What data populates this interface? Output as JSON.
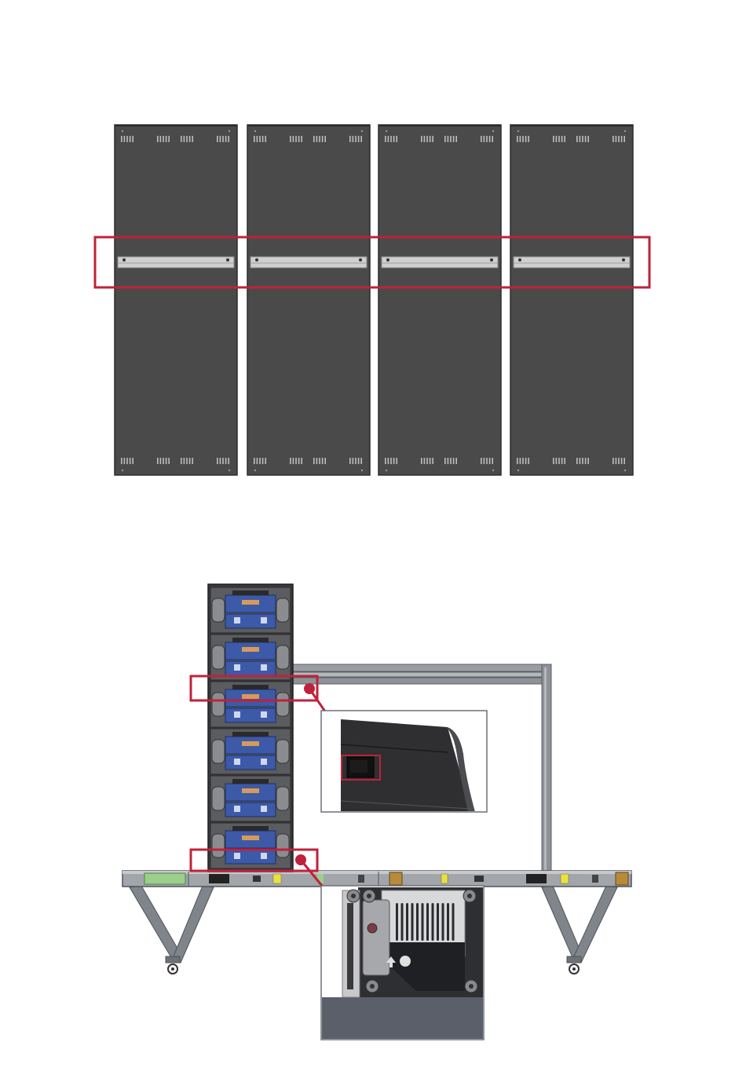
{
  "colors": {
    "panel": "#4a4a4a",
    "panel_edge": "#2c2c2c",
    "bar": "#cfcfcf",
    "bar_edge": "#8a8a8a",
    "highlight": "#c0213a",
    "module_blue": "#3c5aa8",
    "module_orange": "#d89a5a",
    "frame_gray": "#8e9196",
    "frame_dark": "#5c6067",
    "rail_green": "#9bd08a",
    "rail_yellow": "#e8e23a",
    "rail_brown": "#b88a3a",
    "detail_bottom": "#5a5f6a"
  },
  "diagram": {
    "top_panel_count": 4,
    "module_count": 6,
    "highlight_boxes": [
      "mounting-bar-region",
      "upper-cabinet-latch",
      "lower-cabinet-latch"
    ],
    "callouts": [
      "cabinet-latch-detail",
      "base-bracket-detail"
    ],
    "icons": [
      "wheel-icon",
      "arrow-up-icon"
    ]
  }
}
